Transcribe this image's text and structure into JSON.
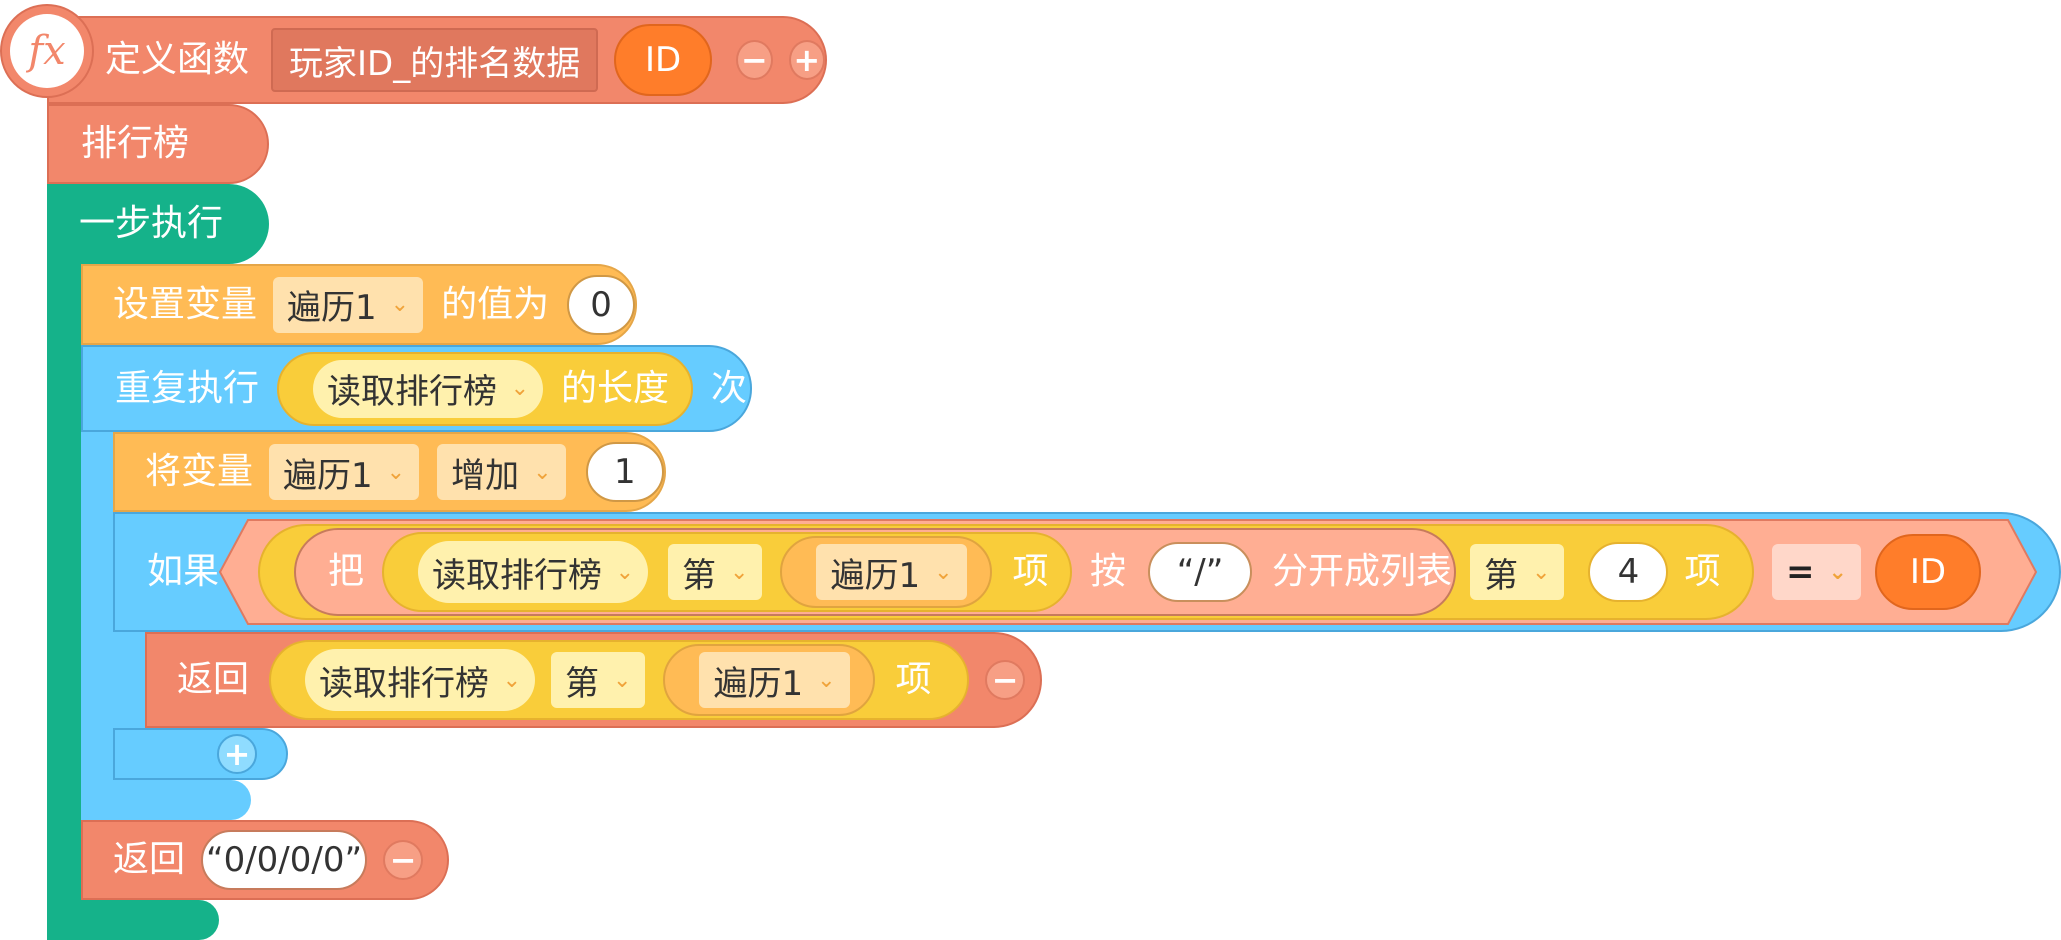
{
  "define": {
    "fx_symbol": "fx",
    "label": "定义函数",
    "name": "玩家ID_的排名数据",
    "param": "ID",
    "minus": "−",
    "plus": "+"
  },
  "leaderboard_block": {
    "label": "排行榜"
  },
  "step_block": {
    "label": "一步执行"
  },
  "set_var": {
    "label": "设置变量",
    "var": "遍历1",
    "value_label": "的值为",
    "value": "0"
  },
  "repeat": {
    "label": "重复执行",
    "inner_dropdown": "读取排行榜",
    "length_label": "的长度",
    "times_label": "次"
  },
  "change_var": {
    "label": "将变量",
    "var": "遍历1",
    "op": "增加",
    "value": "1"
  },
  "if_block": {
    "label": "如果",
    "ba": "把",
    "read": "读取排行榜",
    "di": "第",
    "var": "遍历1",
    "xiang": "项",
    "an": "按",
    "sep": "“/”",
    "split_label": "分开成列表",
    "di2": "第",
    "index": "4",
    "xiang2": "项",
    "eq": "=",
    "rhs": "ID"
  },
  "return_inner": {
    "label": "返回",
    "read": "读取排行榜",
    "di": "第",
    "var": "遍历1",
    "xiang": "项",
    "minus": "−"
  },
  "add_branch": {
    "plus": "+"
  },
  "return_outer": {
    "label": "返回",
    "value": "“0/0/0/0”",
    "minus": "−"
  },
  "colors": {
    "function": "#f2876b",
    "control": "#15b28a",
    "variable": "#ffbb55",
    "loop": "#66ccff",
    "param": "#ff7d2a",
    "list": "#f9cd3a"
  }
}
